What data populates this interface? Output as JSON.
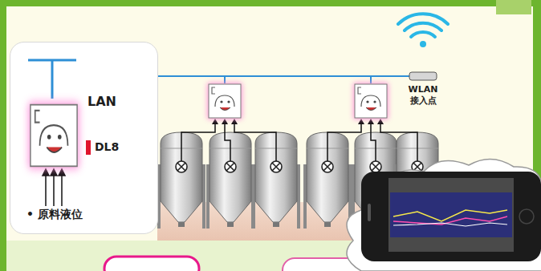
{
  "diagram": {
    "nodes": [
      {
        "text": [
          "LAN",
          "• 原料液位"
        ]
      },
      {
        "text": [
          "DL8"
        ],
        "in": 0
      },
      {
        "text": [
          "WLAN 接入点"
        ]
      }
    ],
    "edges": [
      {
        "from": 0,
        "to": 2,
        "arrow": "none"
      }
    ]
  }
}
